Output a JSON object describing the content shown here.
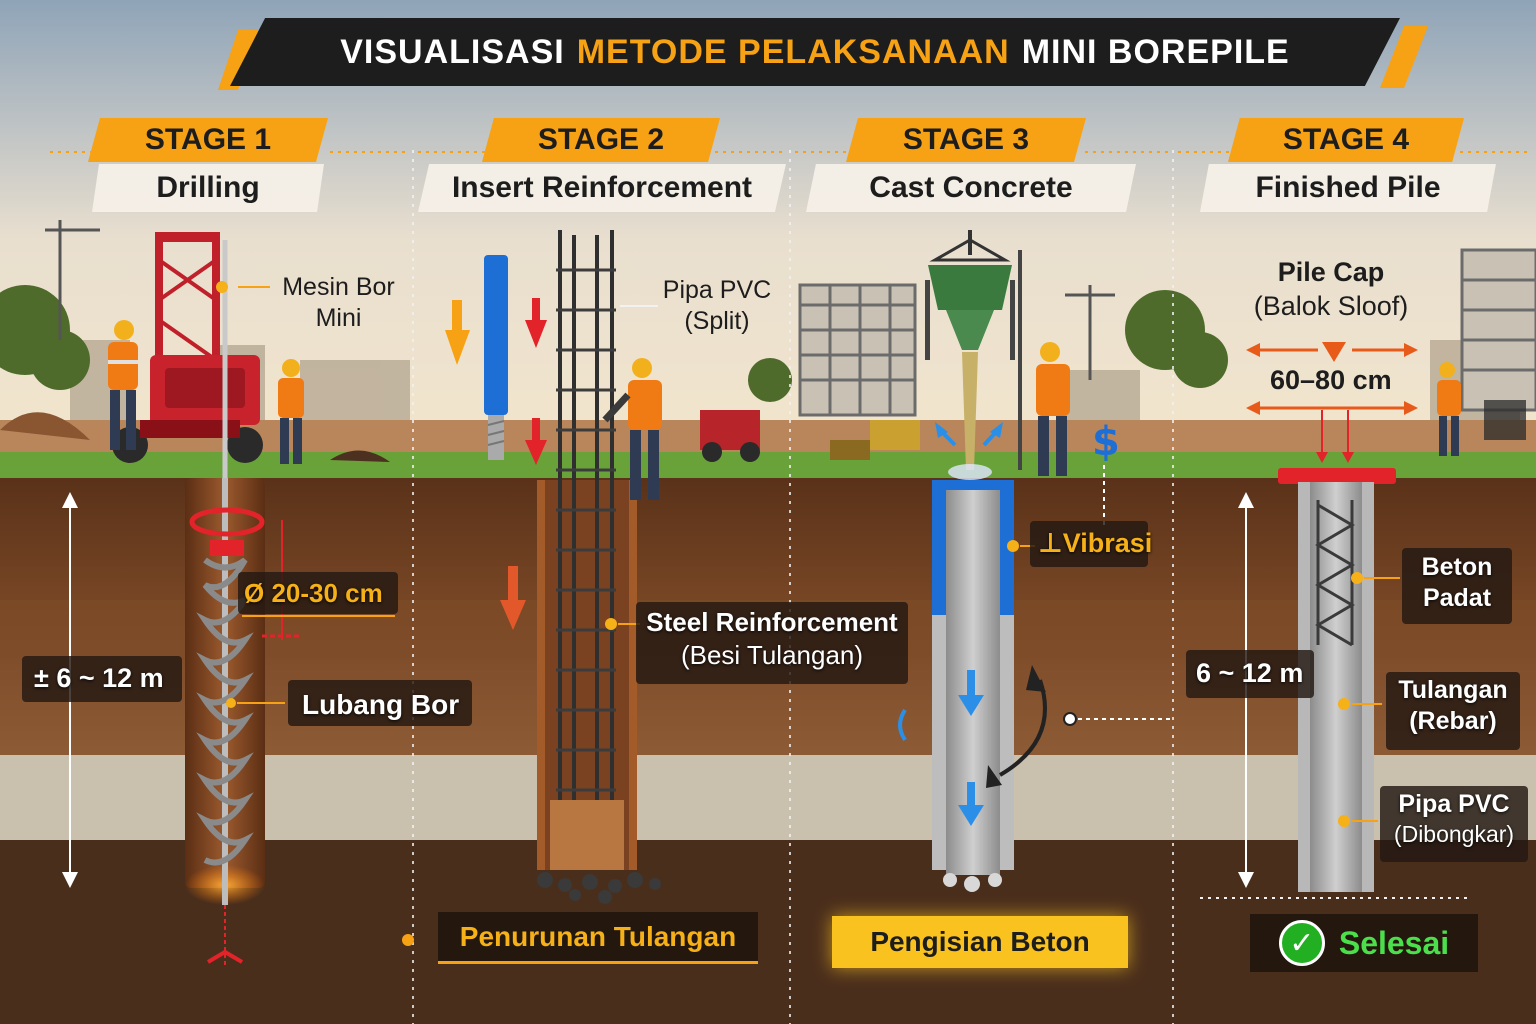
{
  "title": {
    "part1": "VISUALISASI",
    "accent": "METODE PELAKSANAAN",
    "part2": "MINI BOREPILE"
  },
  "stages": [
    {
      "tag": "STAGE 1",
      "name": "Drilling",
      "labels": {
        "machine_line1": "Mesin Bor",
        "machine_line2": "Mini",
        "diameter": "Ø 20-30 cm",
        "depth": "± 6 ~ 12 m",
        "hole": "Lubang Bor"
      }
    },
    {
      "tag": "STAGE 2",
      "name": "Insert Reinforcement",
      "labels": {
        "pvc_line1": "Pipa PVC",
        "pvc_line2": "(Split)",
        "steel_line1": "Steel Reinforcement",
        "steel_line2": "(Besi Tulangan)"
      },
      "bottom": "Penurunan Tulangan"
    },
    {
      "tag": "STAGE 3",
      "name": "Cast Concrete",
      "labels": {
        "vibration": "Vibrasi"
      },
      "bottom": "Pengisian Beton"
    },
    {
      "tag": "STAGE 4",
      "name": "Finished Pile",
      "labels": {
        "cap_line1": "Pile Cap",
        "cap_line2": "(Balok Sloof)",
        "cap_width": "60–80 cm",
        "depth": "6 ~ 12 m",
        "concrete_line1": "Beton",
        "concrete_line2": "Padat",
        "rebar_line1": "Tulangan",
        "rebar_line2": "(Rebar)",
        "pvc_line1": "Pipa PVC",
        "pvc_line2": "(Dibongkar)"
      },
      "bottom": "Selesai"
    }
  ],
  "icons": [
    "dollar-icon",
    "check-icon",
    "arrow-icon"
  ],
  "colors": {
    "accent": "#f6a214",
    "banner": "#1d1d1d",
    "soil": "#6b3f22",
    "grass": "#6aa23a",
    "pvc": "#1d6fd6",
    "success": "#22b022"
  }
}
